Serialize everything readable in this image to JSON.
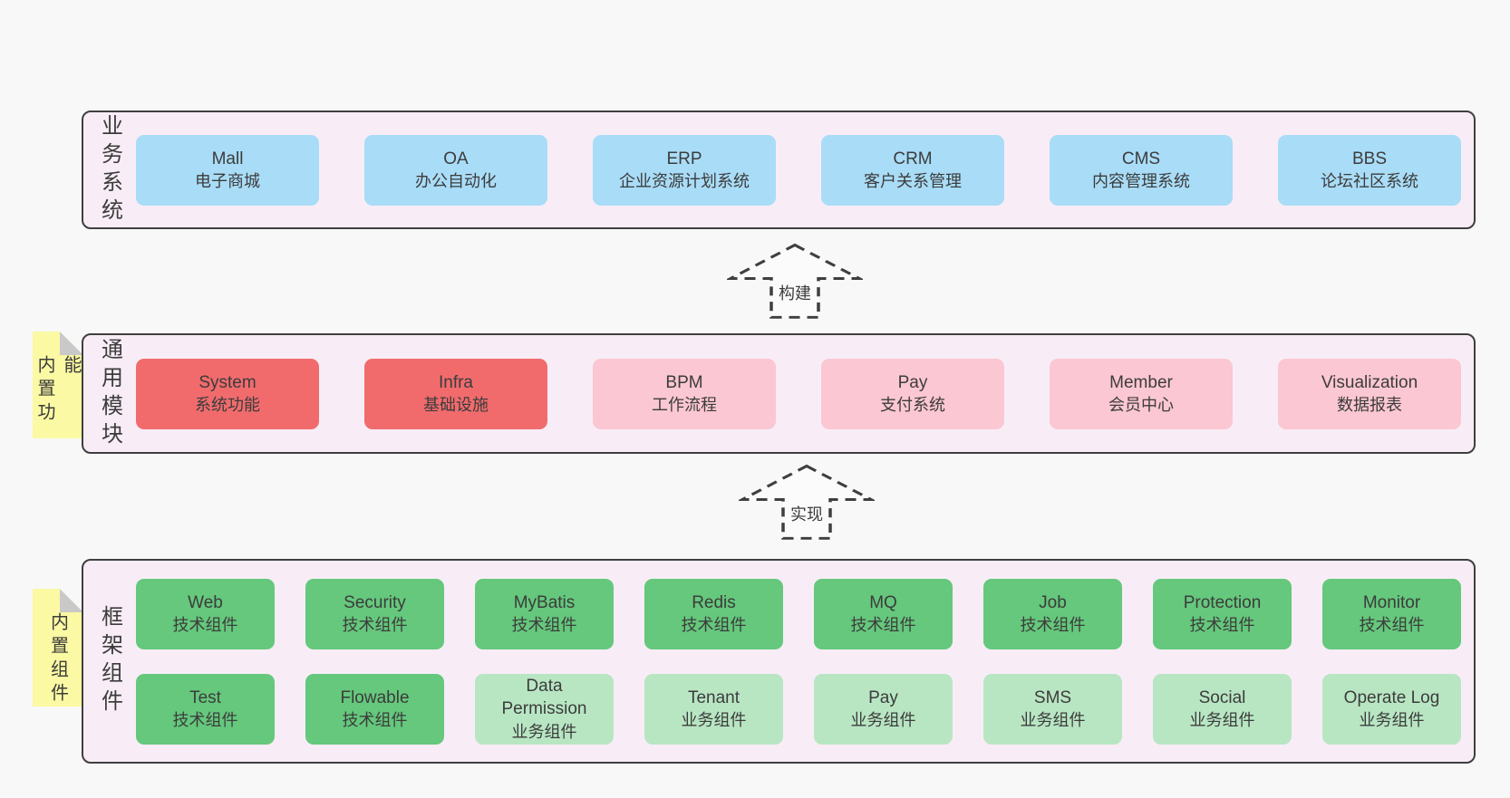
{
  "colors": {
    "page_bg": "#f8f8f8",
    "band_bg": "#f8edf6",
    "band_border": "#3f3f3f",
    "blue_box": "#a9dcf7",
    "red_box": "#f16b6d",
    "pink_box": "#fbc7d2",
    "green_box": "#65c87c",
    "light_green_box": "#b8e6c3",
    "sticky_yellow": "#fbf9a3",
    "sticky_fold": "#c9c9c9",
    "text": "#3c3c3c"
  },
  "arrows": [
    {
      "label": "构建"
    },
    {
      "label": "实现"
    }
  ],
  "bands": [
    {
      "label": "业务系统",
      "boxes": [
        {
          "name": "Mall",
          "desc": "电子商城",
          "variant": "blue"
        },
        {
          "name": "OA",
          "desc": "办公自动化",
          "variant": "blue"
        },
        {
          "name": "ERP",
          "desc": "企业资源计划系统",
          "variant": "blue"
        },
        {
          "name": "CRM",
          "desc": "客户关系管理",
          "variant": "blue"
        },
        {
          "name": "CMS",
          "desc": "内容管理系统",
          "variant": "blue"
        },
        {
          "name": "BBS",
          "desc": "论坛社区系统",
          "variant": "blue"
        }
      ]
    },
    {
      "label": "通用模块",
      "sticky": "内置功能",
      "boxes": [
        {
          "name": "System",
          "desc": "系统功能",
          "variant": "red"
        },
        {
          "name": "Infra",
          "desc": "基础设施",
          "variant": "red"
        },
        {
          "name": "BPM",
          "desc": "工作流程",
          "variant": "pink"
        },
        {
          "name": "Pay",
          "desc": "支付系统",
          "variant": "pink"
        },
        {
          "name": "Member",
          "desc": "会员中心",
          "variant": "pink"
        },
        {
          "name": "Visualization",
          "desc": "数据报表",
          "variant": "pink"
        }
      ]
    },
    {
      "label": "框架组件",
      "sticky": "内置组件",
      "boxes": [
        {
          "name": "Web",
          "desc": "技术组件",
          "variant": "green"
        },
        {
          "name": "Security",
          "desc": "技术组件",
          "variant": "green"
        },
        {
          "name": "MyBatis",
          "desc": "技术组件",
          "variant": "green"
        },
        {
          "name": "Redis",
          "desc": "技术组件",
          "variant": "green"
        },
        {
          "name": "MQ",
          "desc": "技术组件",
          "variant": "green"
        },
        {
          "name": "Job",
          "desc": "技术组件",
          "variant": "green"
        },
        {
          "name": "Protection",
          "desc": "技术组件",
          "variant": "green"
        },
        {
          "name": "Monitor",
          "desc": "技术组件",
          "variant": "green"
        },
        {
          "name": "Test",
          "desc": "技术组件",
          "variant": "green"
        },
        {
          "name": "Flowable",
          "desc": "技术组件",
          "variant": "green"
        },
        {
          "name": "Data Permission",
          "desc": "业务组件",
          "variant": "lightgreen"
        },
        {
          "name": "Tenant",
          "desc": "业务组件",
          "variant": "lightgreen"
        },
        {
          "name": "Pay",
          "desc": "业务组件",
          "variant": "lightgreen"
        },
        {
          "name": "SMS",
          "desc": "业务组件",
          "variant": "lightgreen"
        },
        {
          "name": "Social",
          "desc": "业务组件",
          "variant": "lightgreen"
        },
        {
          "name": "Operate Log",
          "desc": "业务组件",
          "variant": "lightgreen"
        }
      ]
    }
  ]
}
